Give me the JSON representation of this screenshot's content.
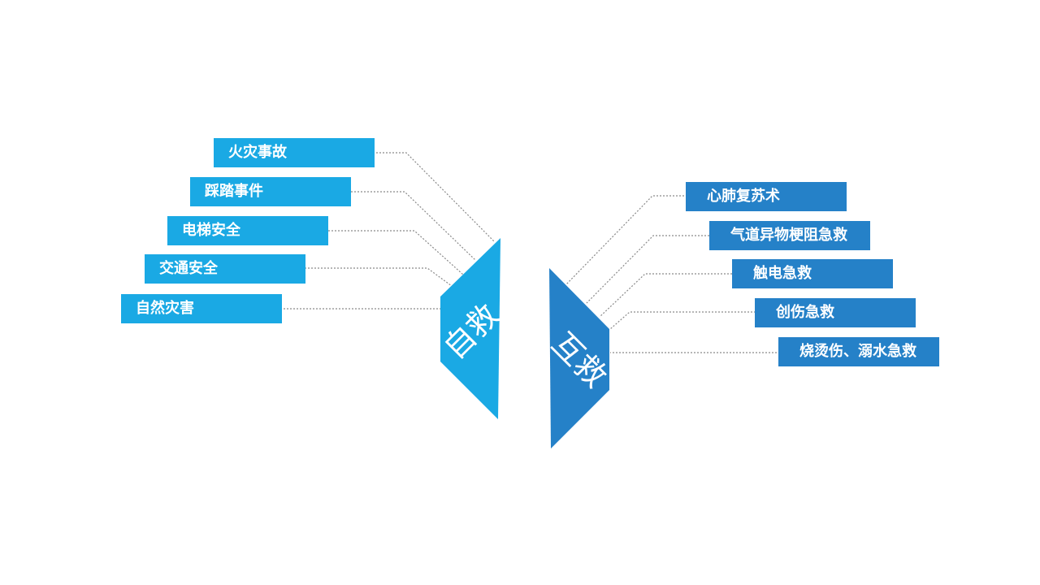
{
  "colors": {
    "left_accent": "#1aa9e4",
    "right_accent": "#2581c8",
    "connector": "#8a8a8a",
    "dot": "#888888",
    "text_on_shape": "#ffffff"
  },
  "left_group": {
    "title": "自救",
    "items": [
      {
        "label": "火灾事故"
      },
      {
        "label": "踩踏事件"
      },
      {
        "label": "电梯安全"
      },
      {
        "label": "交通安全"
      },
      {
        "label": "自然灾害"
      }
    ]
  },
  "right_group": {
    "title": "互救",
    "items": [
      {
        "label": "心肺复苏术"
      },
      {
        "label": "气道异物梗阻急救"
      },
      {
        "label": "触电急救"
      },
      {
        "label": "创伤急救"
      },
      {
        "label": "烧烫伤、溺水急救"
      }
    ]
  }
}
